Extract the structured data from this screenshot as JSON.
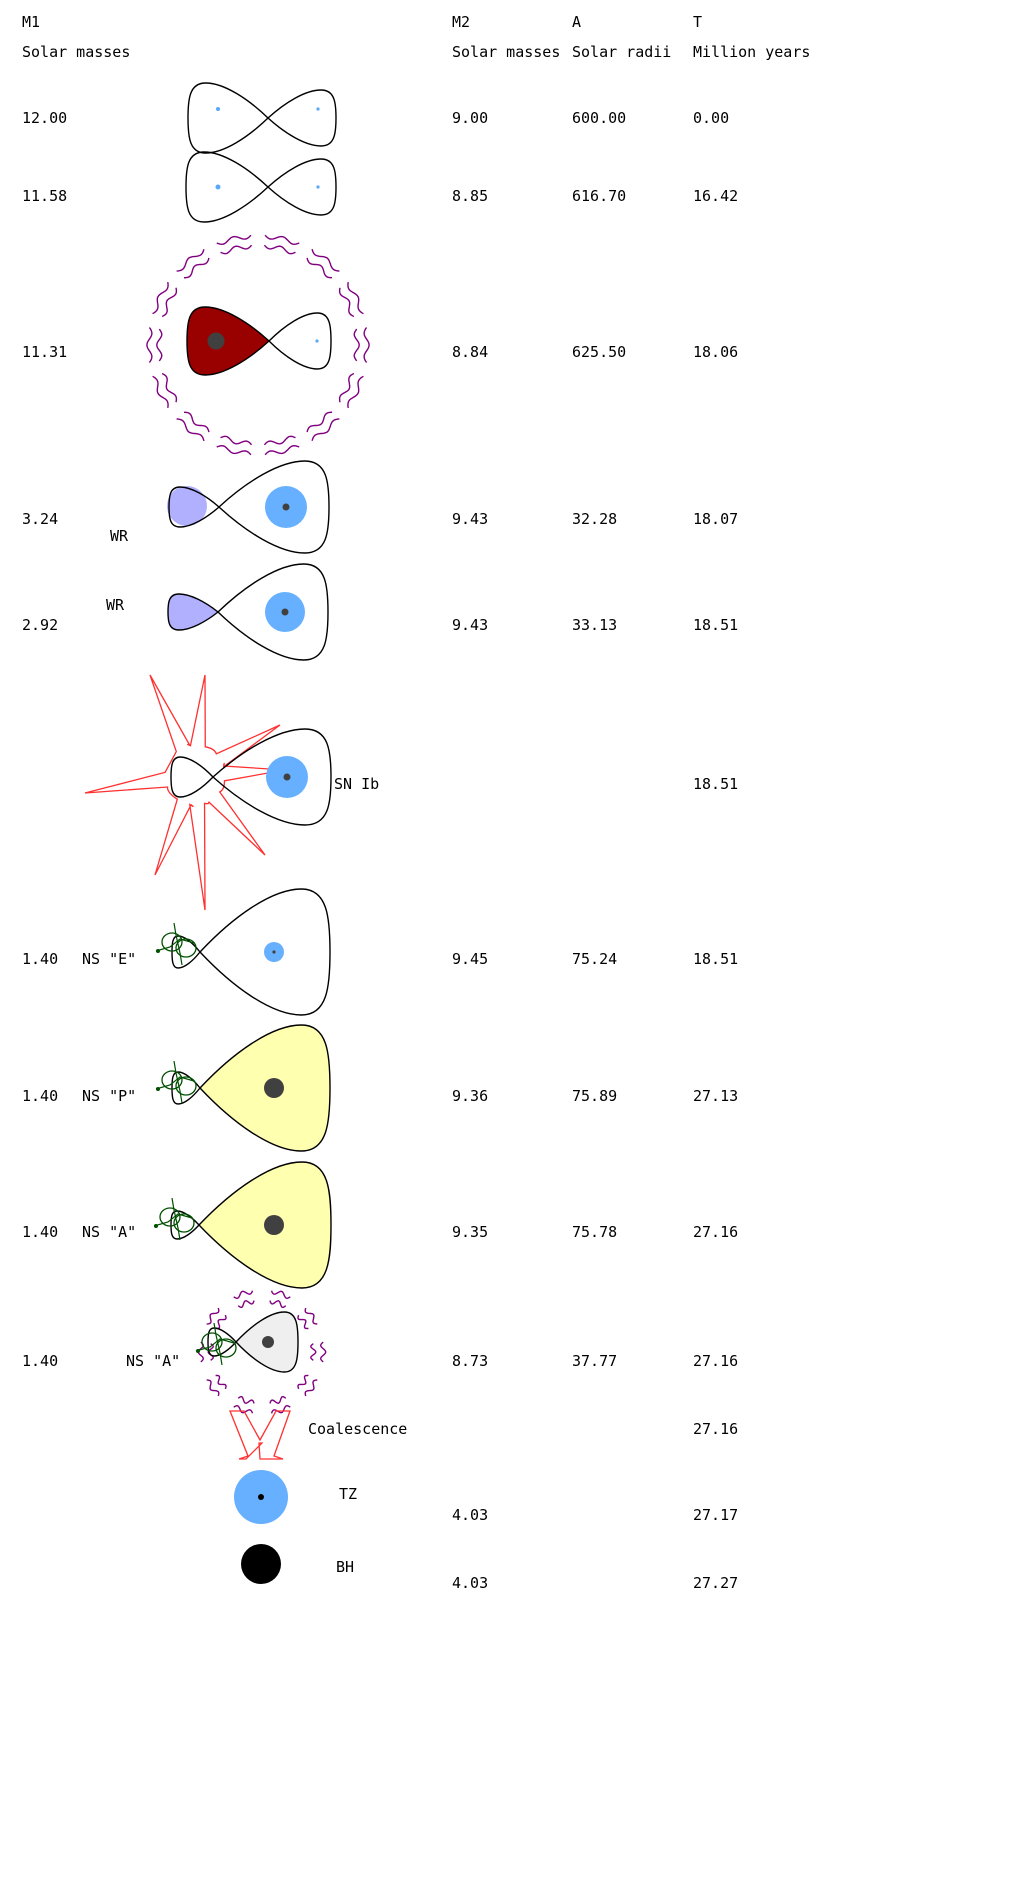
{
  "headers": {
    "m1": {
      "name": "M1",
      "unit": "Solar masses"
    },
    "m2": {
      "name": "M2",
      "unit": "Solar masses"
    },
    "a": {
      "name": "A",
      "unit": "Solar radii"
    },
    "t": {
      "name": "T",
      "unit": "Million years"
    }
  },
  "colors": {
    "orbit": "#000000",
    "star_dot": "#5aa8f8",
    "red_giant": "#990000",
    "core": "#404040",
    "wind": "#800080",
    "wr_star": "#b0b0ff",
    "blue_star": "#66b0ff",
    "supernova": "#ff3030",
    "yellow_envelope": "#ffffb0",
    "ns_trail": "#005000",
    "grey_envelope": "#efefef",
    "black_hole": "#000000"
  },
  "stages": [
    {
      "id": "initial",
      "m1": "12.00",
      "m2": "9.00",
      "a": "600.00",
      "t": "0.00",
      "label": ""
    },
    {
      "id": "evolved",
      "m1": "11.58",
      "m2": "8.85",
      "a": "616.70",
      "t": "16.42",
      "label": ""
    },
    {
      "id": "roche-overflow",
      "m1": "11.31",
      "m2": "8.84",
      "a": "625.50",
      "t": "18.06",
      "label": ""
    },
    {
      "id": "wr-1",
      "m1": "3.24",
      "m2": "9.43",
      "a": "32.28",
      "t": "18.07",
      "label": "WR"
    },
    {
      "id": "wr-2",
      "m1": "2.92",
      "m2": "9.43",
      "a": "33.13",
      "t": "18.51",
      "label": "WR"
    },
    {
      "id": "supernova",
      "m1": "",
      "m2": "",
      "a": "",
      "t": "18.51",
      "label": "SN Ib"
    },
    {
      "id": "ns-e",
      "m1": "1.40",
      "m2": "9.45",
      "a": "75.24",
      "t": "18.51",
      "label": "NS \"E\""
    },
    {
      "id": "ns-p",
      "m1": "1.40",
      "m2": "9.36",
      "a": "75.89",
      "t": "27.13",
      "label": "NS \"P\""
    },
    {
      "id": "ns-a",
      "m1": "1.40",
      "m2": "9.35",
      "a": "75.78",
      "t": "27.16",
      "label": "NS \"A\""
    },
    {
      "id": "ns-a-envelope",
      "m1": "1.40",
      "m2": "8.73",
      "a": "37.77",
      "t": "27.16",
      "label": "NS \"A\""
    },
    {
      "id": "coalescence",
      "m1": "",
      "m2": "",
      "a": "",
      "t": "27.16",
      "label": "Coalescence"
    },
    {
      "id": "tz",
      "m1": "",
      "m2": "4.03",
      "a": "",
      "t": "27.17",
      "label": "TZ"
    },
    {
      "id": "bh",
      "m1": "",
      "m2": "4.03",
      "a": "",
      "t": "27.27",
      "label": "BH"
    }
  ]
}
